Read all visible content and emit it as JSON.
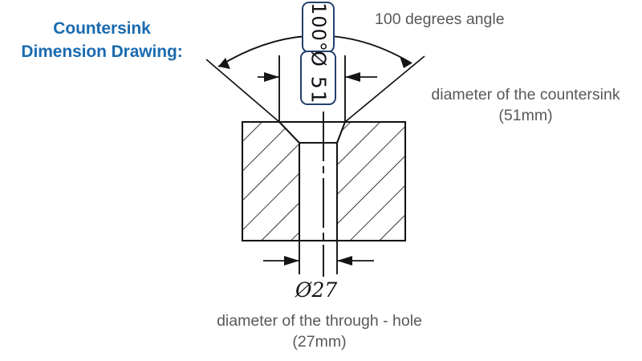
{
  "title": {
    "line1": "Countersink",
    "line2": "Dimension Drawing:",
    "color": "#1a6bb0"
  },
  "annotations": {
    "angle": "100 degrees angle",
    "countersink_diameter": "diameter of the countersink",
    "countersink_diameter_value": "(51mm)",
    "through_hole": "diameter of the through - hole",
    "through_hole_value": "(27mm)",
    "color": "#58585a"
  },
  "callouts": {
    "angle_value": "100°",
    "diameter_value": "Ø 51",
    "border_color": "#24406e"
  },
  "dimensions": {
    "hole_label": "Ø27",
    "line_color": "#141414"
  },
  "chart_data": {
    "type": "diagram",
    "title": "Countersink Dimension Drawing",
    "subject": "countersink cross-section",
    "measurements": [
      {
        "name": "countersink angle",
        "value": 100,
        "unit": "degrees",
        "label": "100°"
      },
      {
        "name": "countersink diameter",
        "value": 51,
        "unit": "mm",
        "label": "Ø 51"
      },
      {
        "name": "through-hole diameter",
        "value": 27,
        "unit": "mm",
        "label": "Ø27"
      }
    ]
  }
}
